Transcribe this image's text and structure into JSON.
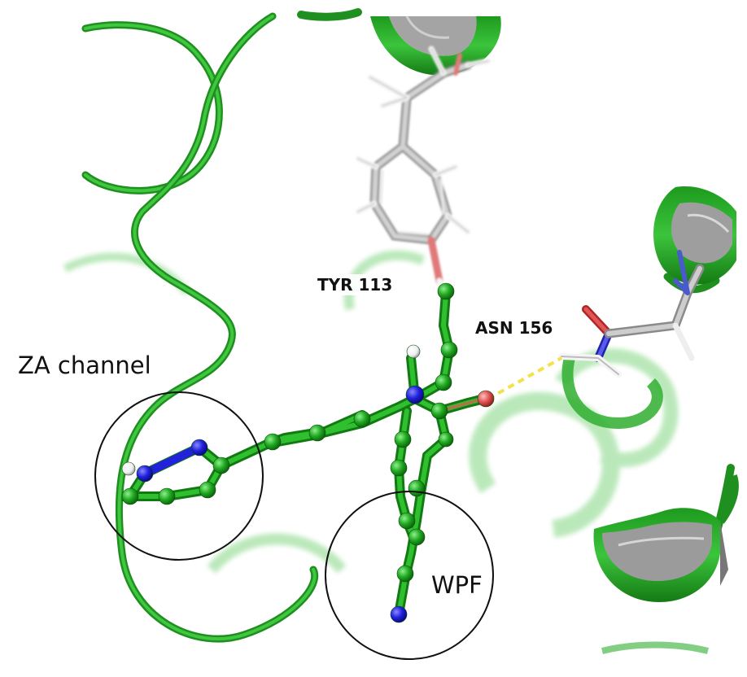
{
  "labels": {
    "tyr": "TYR 113",
    "asn": "ASN 156",
    "za_channel": "ZA channel",
    "wpf": "WPF"
  },
  "colors": {
    "ribbon": "#2fae2f",
    "ribbon_dark": "#1f8f1f",
    "ribbon_inner": "#9a9a9a",
    "ligand_carbon": "#22aa22",
    "nitrogen": "#2222dd",
    "oxygen": "#e05555",
    "hydrogen": "#ffffff",
    "residue_carbon": "#a8a8a8",
    "hbond": "#f2e24a",
    "circle": "#111111"
  }
}
